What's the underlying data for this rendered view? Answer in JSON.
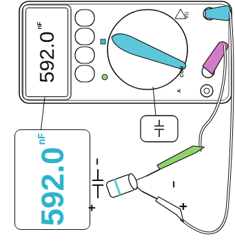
{
  "diagram": {
    "nodes": [
      {
        "text": [
          "592.0",
          "nF"
        ]
      },
      {
        "text": [
          "592.0",
          "nF"
        ]
      }
    ],
    "edges": [
      {
        "from": 0,
        "to": 1,
        "arrow": "none"
      }
    ],
    "labels": [
      "VΩ",
      "COM",
      "A",
      "−",
      "+",
      "−",
      "+"
    ]
  }
}
